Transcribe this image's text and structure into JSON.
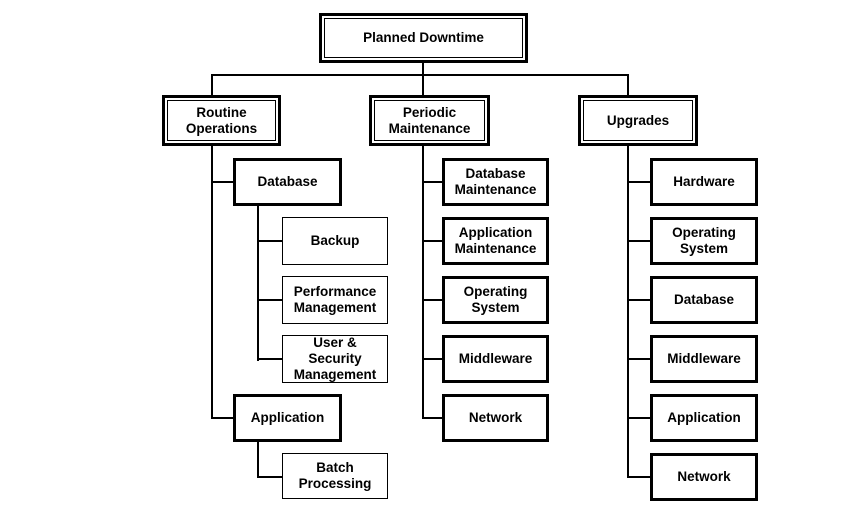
{
  "figure": {
    "colors": {
      "line": "#000000",
      "border": "#000000",
      "background": "#ffffff",
      "text": "#000000"
    },
    "root": {
      "label": "Planned Downtime"
    },
    "branches": [
      {
        "label": "Routine Operations",
        "children": [
          {
            "label": "Database",
            "children": [
              {
                "label": "Backup"
              },
              {
                "label": "Performance Management"
              },
              {
                "label": "User & Security Management"
              }
            ]
          },
          {
            "label": "Application",
            "children": [
              {
                "label": "Batch Processing"
              }
            ]
          }
        ]
      },
      {
        "label": "Periodic Maintenance",
        "children": [
          {
            "label": "Database Maintenance"
          },
          {
            "label": "Application Maintenance"
          },
          {
            "label": "Operating System"
          },
          {
            "label": "Middleware"
          },
          {
            "label": "Network"
          }
        ]
      },
      {
        "label": "Upgrades",
        "children": [
          {
            "label": "Hardware"
          },
          {
            "label": "Operating System"
          },
          {
            "label": "Database"
          },
          {
            "label": "Middleware"
          },
          {
            "label": "Application"
          },
          {
            "label": "Network"
          }
        ]
      }
    ]
  }
}
